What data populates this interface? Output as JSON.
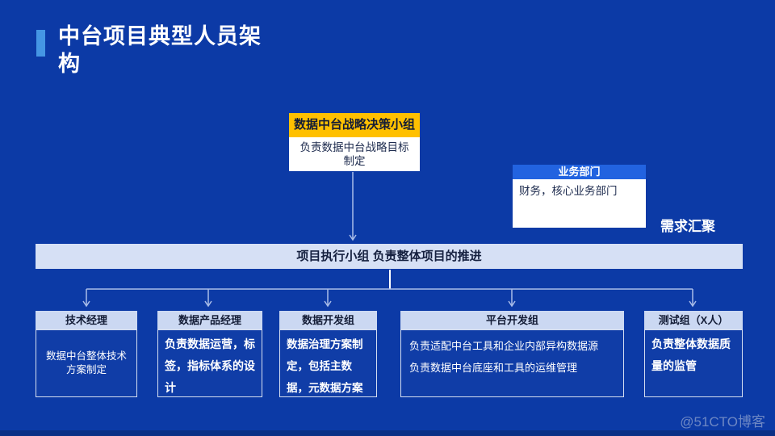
{
  "slide": {
    "title": "中台项目典型人员架\n构",
    "watermark": "@51CTO博客",
    "colors": {
      "background": "#0c3aa6",
      "bottom_strip": "#0a2f85",
      "title_accent": "#4596e4",
      "strategy_header": "#ffc000",
      "business_header": "#2263e0",
      "light_panel": "#d6e0f5",
      "role_header": "#cbd8f2",
      "connector": "#a9bce8",
      "text_dark": "#131c36",
      "text_light": "#ffffff"
    }
  },
  "diagram": {
    "strategy_group": {
      "title": "数据中台战略决策小组",
      "description": "负责数据中台战略目标制定"
    },
    "business_dept": {
      "title": "业务部门",
      "description": "财务，核心业务部门"
    },
    "demand_label": "需求汇聚",
    "exec_bar": "项目执行小组 负责整体项目的推进",
    "roles": [
      {
        "title": "技术经理",
        "description": "数据中台整体技术方案制定"
      },
      {
        "title": "数据产品经理",
        "description": "负责数据运营，标签，指标体系的设计"
      },
      {
        "title": "数据开发组",
        "description": "数据治理方案制定，包括主数据，元数据方案"
      },
      {
        "title": "平台开发组",
        "description": "负责适配中台工具和企业内部异构数据源\n负责数据中台底座和工具的运维管理"
      },
      {
        "title": "测试组（X人）",
        "description": "负责整体数据质量的监管"
      }
    ]
  }
}
